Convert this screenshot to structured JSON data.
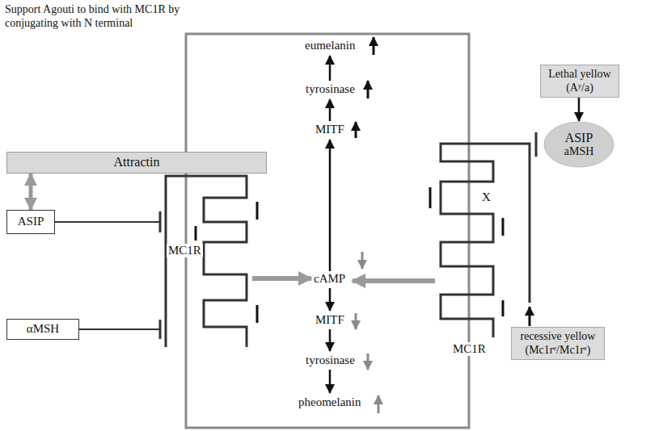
{
  "diagram": {
    "nodes": [
      {
        "text": [
          "Attractin"
        ]
      },
      {
        "text": [
          "ASIP"
        ]
      },
      {
        "text": [
          "αMSH"
        ]
      },
      {
        "text": [
          "Lethal yellow (Aʸ/a)"
        ]
      },
      {
        "text": [
          "ASIP",
          "aMSH"
        ]
      },
      {
        "text": [
          "recessive yellow (Mc1rᵉ/Mc1rᵉ)"
        ]
      }
    ],
    "edges": [
      {
        "from": 0,
        "to": 1,
        "arrow": "both"
      },
      {
        "from": 3,
        "to": 4,
        "arrow": "to"
      }
    ],
    "labels": [
      "Support Agouti to bind with MC1R by conjugating with N terminal",
      "eumelanin",
      "tyrosinase",
      "MITF",
      "cAMP",
      "MITF",
      "tyrosinase",
      "pheomelanin",
      "MC1R",
      "MC1R",
      "X"
    ]
  }
}
